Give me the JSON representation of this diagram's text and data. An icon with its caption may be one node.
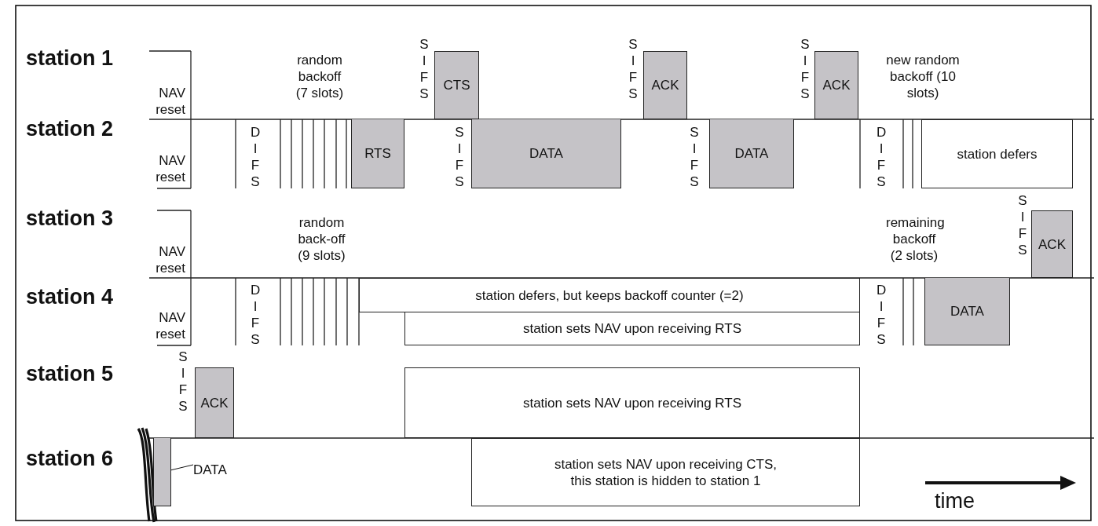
{
  "diagram": {
    "nodes": [
      {
        "text": [
          "CTS"
        ]
      },
      {
        "text": [
          "ACK"
        ]
      },
      {
        "text": [
          "ACK"
        ]
      },
      {
        "text": [
          "RTS"
        ]
      },
      {
        "text": [
          "DATA"
        ]
      },
      {
        "text": [
          "DATA"
        ]
      },
      {
        "text": [
          "station defers"
        ]
      },
      {
        "text": [
          "ACK"
        ]
      },
      {
        "text": [
          "station defers, but keeps backoff counter (=2)"
        ]
      },
      {
        "text": [
          "DATA"
        ]
      },
      {
        "text": [
          "station sets NAV upon receiving RTS"
        ]
      },
      {
        "text": [
          "ACK"
        ]
      },
      {
        "text": [
          "station sets NAV upon receiving RTS"
        ]
      },
      {
        "text": [],
        "shape": "bar"
      },
      {
        "text": [
          "DATA"
        ]
      },
      {
        "text": [
          "station sets NAV upon receiving CTS, this station is hidden to station 1"
        ]
      }
    ],
    "edges": [
      {
        "from": 14,
        "to": 13,
        "arrow": "none"
      }
    ],
    "labels": [
      "station 1",
      "NAV reset",
      "random backoff (7 slots)",
      "SIFS",
      "SIFS",
      "SIFS",
      "new random backoff (10 slots)",
      "station 2",
      "NAV reset",
      "DIFS",
      "SIFS",
      "SIFS",
      "DIFS",
      "station 3",
      "NAV reset",
      "random back-off (9 slots)",
      "remaining backoff (2 slots)",
      "SIFS",
      "station 4",
      "NAV reset",
      "DIFS",
      "DIFS",
      "SIFS",
      "station 5",
      "station 6",
      "time"
    ]
  }
}
